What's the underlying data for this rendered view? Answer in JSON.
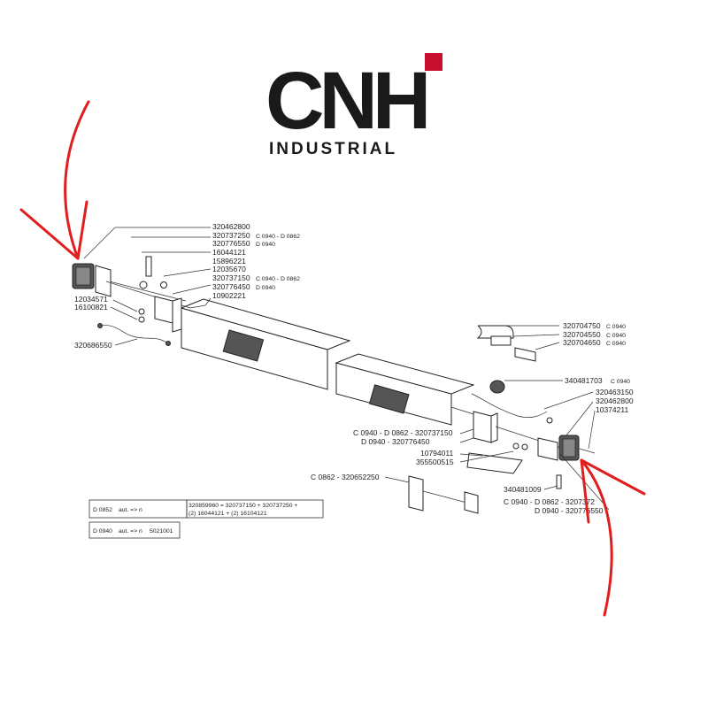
{
  "logo": {
    "brand": "CNH",
    "subtitle": "INDUSTRIAL",
    "accent_color": "#c8102e"
  },
  "annotation_color": "#e01e1e",
  "parts": {
    "p320462800_left": "320462800",
    "p320737250": "320737250",
    "p320737250_note": "C 0940 - D 0862",
    "p320776550_left": "320776550",
    "p320776550_note": "D 0940",
    "p16044121": "16044121",
    "p15896221": "15896221",
    "p12035670": "12035670",
    "p320737150_left": "320737150",
    "p320737150_note": "C 0940 - D 0862",
    "p320776450_left": "320776450",
    "p320776450_note": "D 0940",
    "p10902221": "10902221",
    "p12034571": "12034571",
    "p16100821": "16100821",
    "p320686550": "320686550",
    "p320704750": "320704750",
    "p320704750_note": "C 0940",
    "p320704550": "320704550",
    "p320704550_note": "C 0940",
    "p320704650": "320704650",
    "p320704650_note": "C 0940",
    "p340481703": "340481703",
    "p340481703_note": "C 0940",
    "p320463150": "320463150",
    "p320462800_right": "320462800",
    "p10374211": "10374211",
    "p_c0940_d0862_320737150": "C 0940 - D 0862 - 320737150",
    "p_d0940_320776450": "D 0940 - 320776450",
    "p10794011": "10794011",
    "p355500515": "355500515",
    "p_c0862_320652250": "C 0862 - 320652250",
    "p340481009": "340481009",
    "p_c0940_d0862_3207372": "C 0940 - D 0862 - 3207372",
    "p_d0940_32077655": "D 0940 - 320776550"
  },
  "notes": {
    "row1_model": "D 0852",
    "row1_code": "aut. => n",
    "row1_kit": "320859960 = 320737150 + 320737250 +",
    "row1_kit2": "(2) 16044121 + (2) 16104121",
    "row2_model": "D 0940",
    "row2_code": "aut. => n",
    "row2_serial": "5021001"
  }
}
